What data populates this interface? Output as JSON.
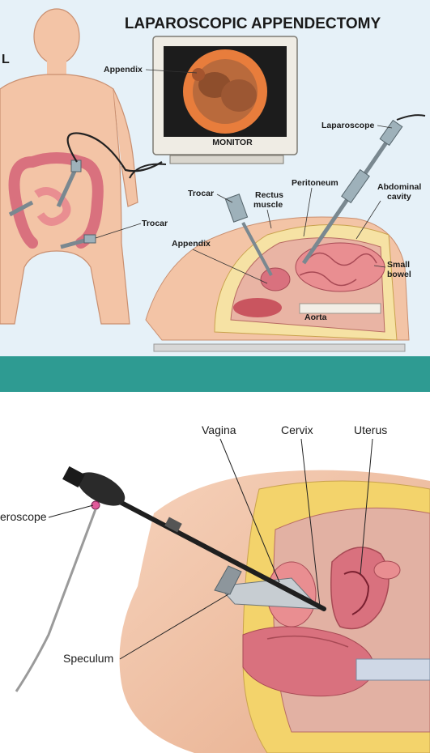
{
  "top": {
    "title": "LAPAROSCOPIC APPENDECTOMY",
    "edge_letter_1": "L",
    "edge_letter_2": "e",
    "labels": {
      "appendix_monitor": "Appendix",
      "monitor": "MONITOR",
      "laparoscope": "Laparoscope",
      "trocar_body": "Trocar",
      "trocar_section": "Trocar",
      "rectus_muscle_1": "Rectus",
      "rectus_muscle_2": "muscle",
      "peritoneum": "Peritoneum",
      "abdominal_cavity_1": "Abdominal",
      "abdominal_cavity_2": "cavity",
      "appendix_section": "Appendix",
      "small_bowel_1": "Small",
      "small_bowel_2": "bowel",
      "aorta": "Aorta"
    }
  },
  "divider": {
    "color": "#2e9b92"
  },
  "bottom": {
    "labels": {
      "vagina": "Vagina",
      "cervix": "Cervix",
      "uterus": "Uterus",
      "hysteroscope_partial": "eroscope",
      "speculum": "Speculum"
    }
  },
  "colors": {
    "skin": "#f3c4a6",
    "organ": "#d9717e",
    "fat": "#f3d36b",
    "bowel": "#e98e91"
  }
}
